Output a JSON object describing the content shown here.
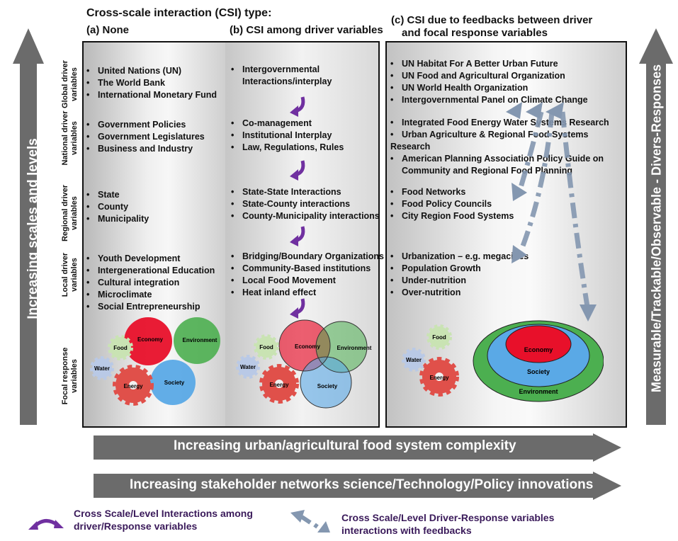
{
  "title": "Cross-scale interaction (CSI) type:",
  "columns": {
    "a": "(a) None",
    "b": "(b) CSI among driver variables",
    "c_line1": "(c)  CSI due to feedbacks between driver",
    "c_line2": "and focal response variables"
  },
  "rows": {
    "global_1": "Global driver",
    "global_2": "variables",
    "national_1": "National driver",
    "national_2": "variables",
    "regional_1": "Regional driver",
    "regional_2": "variables",
    "local_1": "Local driver",
    "local_2": "variables",
    "focal_1": "Focal response",
    "focal_2": "variables"
  },
  "col_a": {
    "global": [
      "United Nations (UN)",
      "The World Bank",
      "International Monetary Fund"
    ],
    "national": [
      "Government Policies",
      "Government Legislatures",
      "Business and Industry"
    ],
    "regional": [
      "State",
      "County",
      "Municipality"
    ],
    "local": [
      "Youth Development",
      "Intergenerational Education",
      "Cultural integration",
      "Microclimate",
      "Social Entrepreneurship"
    ]
  },
  "col_b": {
    "global": [
      "Intergovernmental Interactions/interplay"
    ],
    "national": [
      "Co-management",
      "Institutional Interplay",
      "Law, Regulations, Rules"
    ],
    "regional": [
      "State-State Interactions",
      "State-County interactions",
      "County-Municipality interactions"
    ],
    "local": [
      "Bridging/Boundary Organizations",
      "Community-Based institutions",
      "Local Food Movement",
      "Heat inland effect"
    ]
  },
  "col_c": {
    "global": [
      "UN Habitat  For A Better Urban Future",
      "UN Food and Agricultural Organization",
      "UN World Health Organization",
      "Intergovernmental Panel on Climate Change"
    ],
    "national": [
      "Integrated Food Energy Water Systems Research",
      "Urban Agriculture & Regional Food Systems Research",
      "American Planning Association Policy Guide on Community and Regional Food Planning"
    ],
    "regional": [
      "Food Networks",
      "Food Policy Councils",
      "City Region Food Systems"
    ],
    "local": [
      "Urbanization – e.g. megacities",
      "Population Growth",
      "Under-nutrition",
      "Over-nutrition"
    ]
  },
  "focal": {
    "economy": "Economy",
    "environment": "Environment",
    "society": "Society",
    "energy": "Energy",
    "food": "Food",
    "water": "Water"
  },
  "arrows": {
    "left_vertical": "Increasing scales and levels",
    "right_vertical": "Measurable/Trackable/Observable - Divers-Responses",
    "bottom_1": "Increasing urban/agricultural food system complexity",
    "bottom_2": "Increasing stakeholder networks science/Technology/Policy innovations"
  },
  "legend": {
    "purple_line1": "Cross Scale/Level Interactions among",
    "purple_line2": "driver/Response variables",
    "blue_line1": "Cross Scale/Level Driver-Response variables",
    "blue_line2": "interactions with feedbacks"
  },
  "colors": {
    "arrow_gray": "#6b6b6b",
    "purple": "#7030a0",
    "feedback_blue": "#8497b0",
    "economy_red": "#e8102a",
    "environment_green": "#4caf50",
    "society_blue": "#5aa9e6",
    "energy_red": "#e0504a",
    "food_green": "#c9e3b3",
    "water_blue": "#b9c9e6"
  }
}
